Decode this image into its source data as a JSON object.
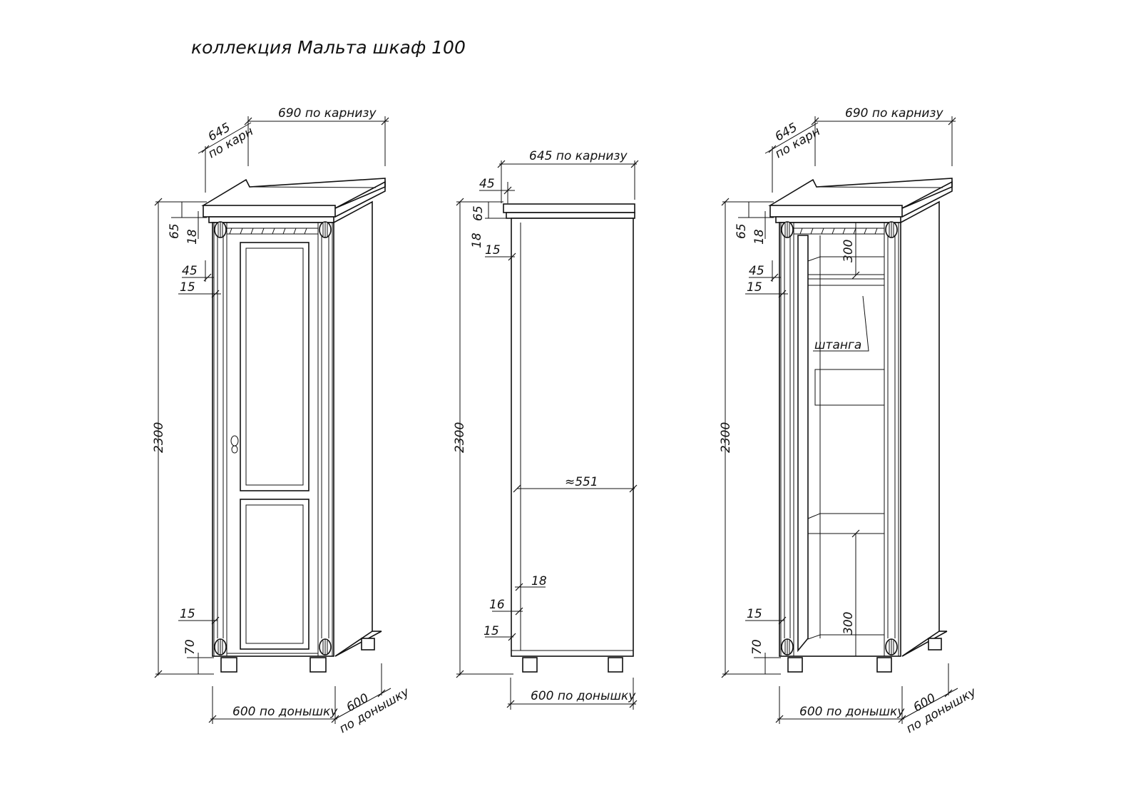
{
  "title": "коллекция Мальта  шкаф  100",
  "views": {
    "front": {
      "depth_cornice_value": "645",
      "depth_cornice_note": "по карн",
      "width_cornice": "690 по карнизу",
      "height": "2300",
      "d65": "65",
      "d18": "18",
      "d45": "45",
      "d15_top": "15",
      "d15_bottom": "15",
      "d70": "70",
      "width_bottom": "600 по донышку",
      "depth_bottom_value": "600",
      "depth_bottom_note": "по донышку"
    },
    "side": {
      "depth_cornice": "645 по карнизу",
      "d45": "45",
      "d65": "65",
      "d18": "18",
      "d15_top": "15",
      "height": "2300",
      "inner_depth": "≈551",
      "d18_bottom": "18",
      "d16": "16",
      "d15_bottom": "15",
      "depth_bottom": "600 по донышку"
    },
    "open": {
      "depth_cornice_value": "645",
      "depth_cornice_note": "по карн",
      "width_cornice": "690 по карнизу",
      "height": "2300",
      "d65": "65",
      "d18": "18",
      "d45": "45",
      "d15_top": "15",
      "d15_bottom": "15",
      "d70": "70",
      "shelf_top": "300",
      "shelf_bottom": "300",
      "rod_label": "штанга",
      "width_bottom": "600 по донышку",
      "depth_bottom_value": "600",
      "depth_bottom_note": "по донышку"
    }
  }
}
